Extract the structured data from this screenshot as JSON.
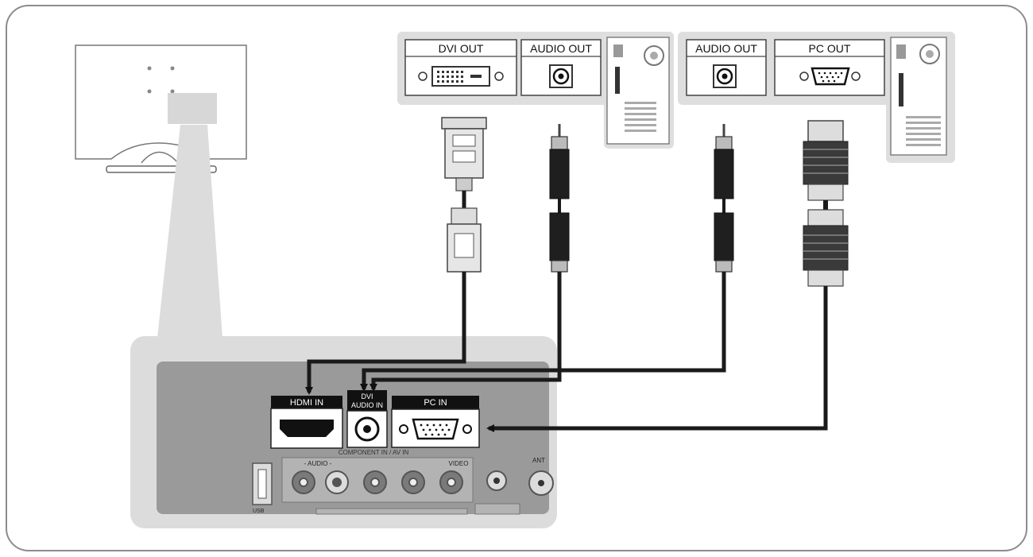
{
  "pc_left": {
    "dvi_label": "DVI OUT",
    "audio_label": "AUDIO OUT"
  },
  "pc_right": {
    "audio_label": "AUDIO OUT",
    "pc_label": "PC OUT"
  },
  "tv_panel": {
    "hdmi_label": "HDMI IN",
    "dvi_audio_label_1": "DVI",
    "dvi_audio_label_2": "AUDIO IN",
    "pc_in_label": "PC IN",
    "component_label": "COMPONENT IN / AV IN",
    "audio_label": "- AUDIO -",
    "video_label": "VIDEO",
    "ant_label": "ANT",
    "usb_label": "USB"
  },
  "colors": {
    "frame": "#8c8c8c",
    "device_bg": "#dedede",
    "panel_bg": "#9a9a9a",
    "cable": "#1a1a1a"
  }
}
